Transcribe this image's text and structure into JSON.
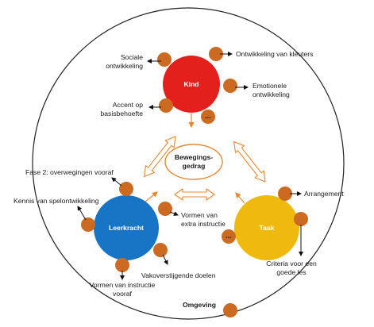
{
  "colors": {
    "kind": "#e3201b",
    "leerkracht": "#1874c4",
    "taak": "#f0b90d",
    "node": "#cc6a21",
    "arrow_outline": "#e9872f",
    "circle_border": "#222222"
  },
  "hubs": {
    "kind": "Kind",
    "leerkracht": "Leerkracht",
    "taak": "Taak",
    "center_line1": "Bewegings-",
    "center_line2": "gedrag"
  },
  "kind_factors": {
    "sociale_1": "Sociale",
    "sociale_2": "ontwikkeling",
    "kleuters": "Ontwikkeling van kleuters",
    "emotionele_1": "Emotionele",
    "emotionele_2": "ontwikkeling",
    "accent_1": "Accent op",
    "accent_2": "basisbehoefte",
    "more": "..."
  },
  "leerkracht_factors": {
    "fase2": "Fase 2: overwegingen vooraf",
    "spelontwikkeling": "Kennis van spelontwikkeling",
    "extra_1": "Vormen van",
    "extra_2": "extra instructie",
    "vakoverstijgende": "Vakoverstijgende doelen",
    "instructie_1": "Vormen van instructie",
    "instructie_2": "vooraf"
  },
  "taak_factors": {
    "arrangement": "Arrangement",
    "criteria_1": "Criteria voor een",
    "criteria_2": "goede les",
    "more": "..."
  },
  "omgeving": {
    "label": "Omgeving"
  }
}
